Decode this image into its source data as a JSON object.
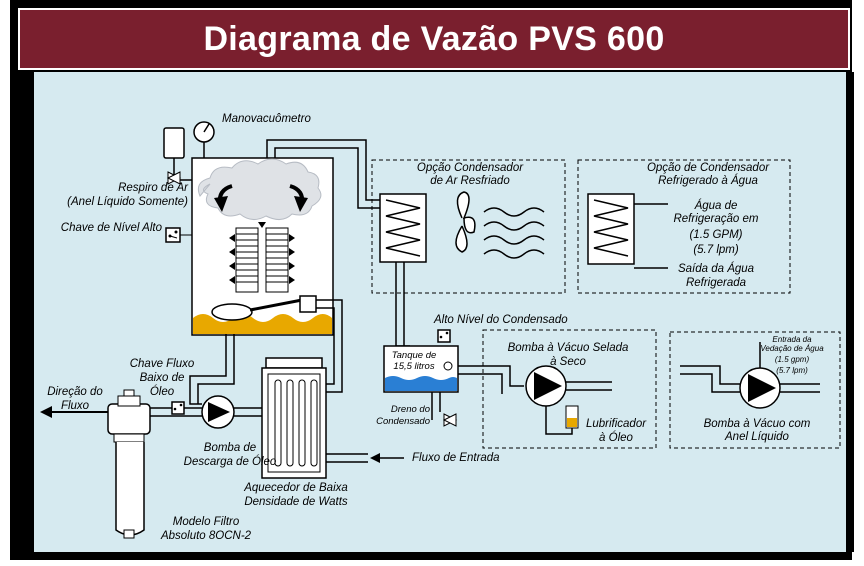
{
  "title": "Diagrama de Vazão PVS 600",
  "labels": {
    "manovacuometro": "Manovacuômetro",
    "respiro_1": "Respiro de Ar",
    "respiro_2": "(Anel Líquido Somente)",
    "chave_nivel_alto": "Chave de Nível Alto",
    "opcao_ar_1": "Opção Condensador",
    "opcao_ar_2": "de Ar Resfriado",
    "opcao_agua_1": "Opção de Condensador",
    "opcao_agua_2": "Refrigerado à Água",
    "agua_ref_1": "Água de",
    "agua_ref_2": "Refrigeração em",
    "agua_ref_3": "(1.5 GPM)",
    "agua_ref_4": "(5.7 lpm)",
    "saida_1": "Saída da Água",
    "saida_2": "Refrigerada",
    "alto_nivel": "Alto Nível do Condensado",
    "tanque_1": "Tanque de",
    "tanque_2": "15,5 litros",
    "dreno_1": "Dreno do",
    "dreno_2": "Condensado",
    "bomba_seca_1": "Bomba à Vácuo Selada",
    "bomba_seca_2": "à Seco",
    "lubrificador_1": "Lubrificador",
    "lubrificador_2": "à Óleo",
    "entrada_vedacao_1": "Entrada da",
    "entrada_vedacao_2": "Vedação de Água",
    "entrada_vedacao_3": "(1.5 gpm)",
    "entrada_vedacao_4": "(5.7 lpm)",
    "bomba_anel_1": "Bomba à Vácuo com",
    "bomba_anel_2": "Anel Líquido",
    "chave_fluxo_1": "Chave Fluxo",
    "chave_fluxo_2": "Baixo de",
    "chave_fluxo_3": "Óleo",
    "direcao_1": "Direção do",
    "direcao_2": "Fluxo",
    "bomba_descarga_1": "Bomba de",
    "bomba_descarga_2": "Descarga de Óleo",
    "fluxo_entrada": "Fluxo de Entrada",
    "aquecedor_1": "Aquecedor de Baixa",
    "aquecedor_2": "Densidade de Watts",
    "filtro_1": "Modelo Filtro",
    "filtro_2": "Absoluto 8OCN-2"
  },
  "colors": {
    "banner": "#7a1f2e",
    "panel": "#d6eaf0",
    "oil": "#e8a800",
    "water": "#2a7fd4"
  }
}
